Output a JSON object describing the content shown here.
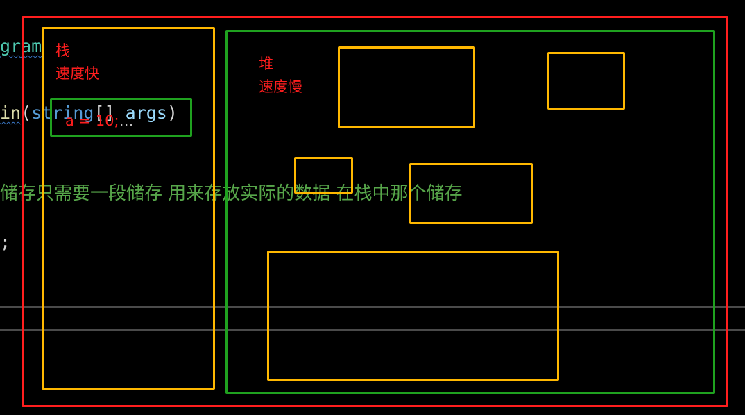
{
  "code": {
    "line1": "gram",
    "line2_method": "in",
    "line2_open": "(",
    "line2_type": "string",
    "line2_brackets": "[]",
    "line2_param": "args",
    "line2_close": ")",
    "comment": "储存只需要一段储存 用来存放实际的数据  在栈中那个储存",
    "line4": ";"
  },
  "diagram": {
    "stack_title": "栈",
    "stack_speed": "速度快",
    "stack_var": "a = 10;",
    "stack_ellipsis": "…",
    "heap_title": "堆",
    "heap_speed": "速度慢"
  },
  "colors": {
    "outer_border": "#ff1e1e",
    "region_border_stack": "#ffb800",
    "region_border_heap": "#1fa11f",
    "label_text": "#ff1e1e",
    "comment_text": "#57a64a",
    "keyword_text": "#4ec9b0",
    "method_text": "#dcdcaa",
    "param_text": "#9cdcfe"
  }
}
